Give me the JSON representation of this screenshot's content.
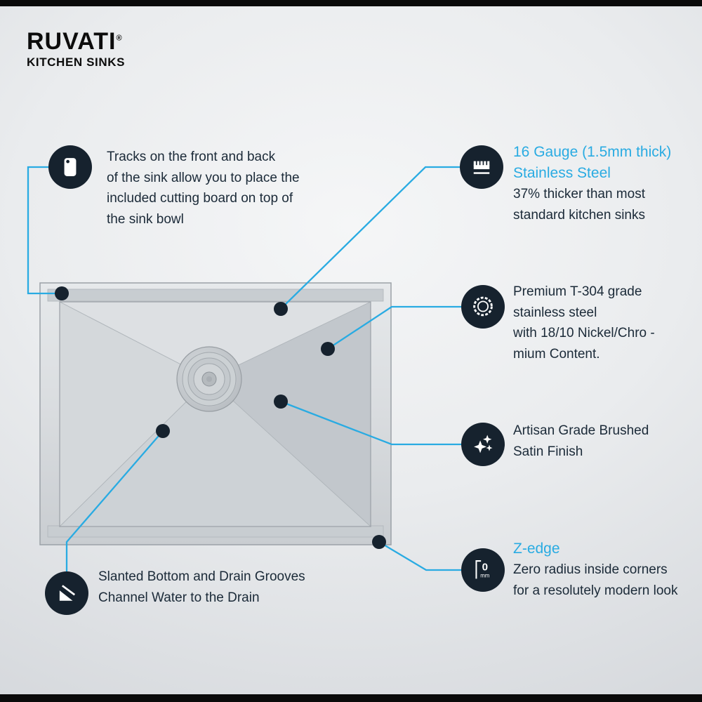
{
  "colors": {
    "accent_blue": "#29abe2",
    "icon_background": "#16222e",
    "body_text": "#1b2a38",
    "frame_bar": "#0a0a0a"
  },
  "brand": {
    "name": "RUVATI",
    "registered_mark": "®",
    "tagline": "KITCHEN SINKS"
  },
  "callouts": [
    {
      "icon": "cutting-board-icon",
      "lines": [
        "Tracks on the front and back",
        "of the sink allow you to place the",
        "included cutting board on top of",
        "the sink bowl"
      ]
    },
    {
      "icon": "gauge-ruler-icon",
      "heading": [
        "16 Gauge (1.5mm thick)",
        "Stainless Steel"
      ],
      "lines": [
        "37% thicker than most",
        "standard kitchen sinks"
      ]
    },
    {
      "icon": "award-badge-icon",
      "lines": [
        "Premium T-304 grade",
        "stainless steel",
        "with 18/10 Nickel/Chro -",
        "mium Content."
      ]
    },
    {
      "icon": "sparkles-icon",
      "lines": [
        "Artisan Grade Brushed",
        "Satin Finish"
      ]
    },
    {
      "icon": "zero-radius-icon",
      "heading": [
        "Z-edge"
      ],
      "lines": [
        "Zero radius inside corners",
        "for a resolutely modern look"
      ]
    },
    {
      "icon": "slanted-bottom-icon",
      "lines": [
        "Slanted Bottom and Drain Grooves",
        "Channel Water to the Drain"
      ]
    }
  ],
  "zero_icon": {
    "value": "0",
    "unit": "mm"
  }
}
